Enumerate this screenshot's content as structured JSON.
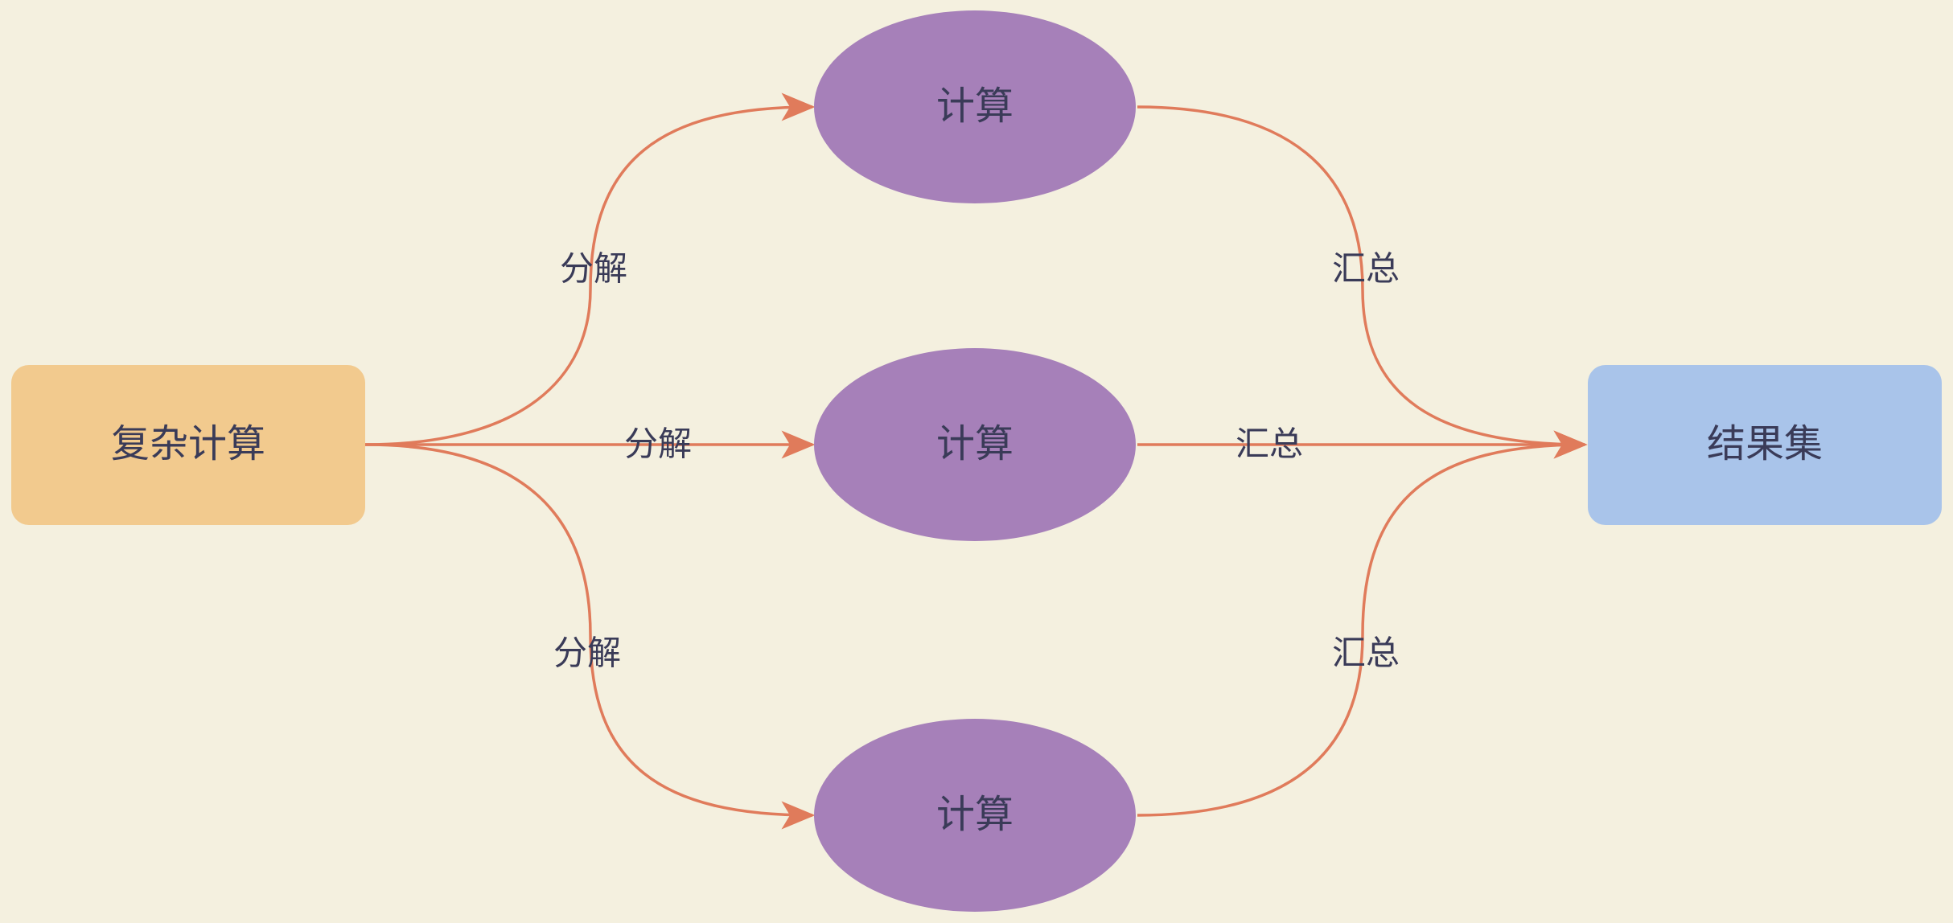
{
  "colors": {
    "background": "#f4f0df",
    "source_fill": "#f2ca8e",
    "compute_fill": "#a680b9",
    "result_fill": "#a9c4ea",
    "edge": "#e07b5b",
    "text": "#3a3b58"
  },
  "nodes": {
    "source": {
      "label": "复杂计算"
    },
    "compute_top": {
      "label": "计算"
    },
    "compute_middle": {
      "label": "计算"
    },
    "compute_bottom": {
      "label": "计算"
    },
    "result": {
      "label": "结果集"
    }
  },
  "edges": {
    "split_top": {
      "label": "分解"
    },
    "split_middle": {
      "label": "分解"
    },
    "split_bottom": {
      "label": "分解"
    },
    "merge_top": {
      "label": "汇总"
    },
    "merge_middle": {
      "label": "汇总"
    },
    "merge_bottom": {
      "label": "汇总"
    }
  }
}
